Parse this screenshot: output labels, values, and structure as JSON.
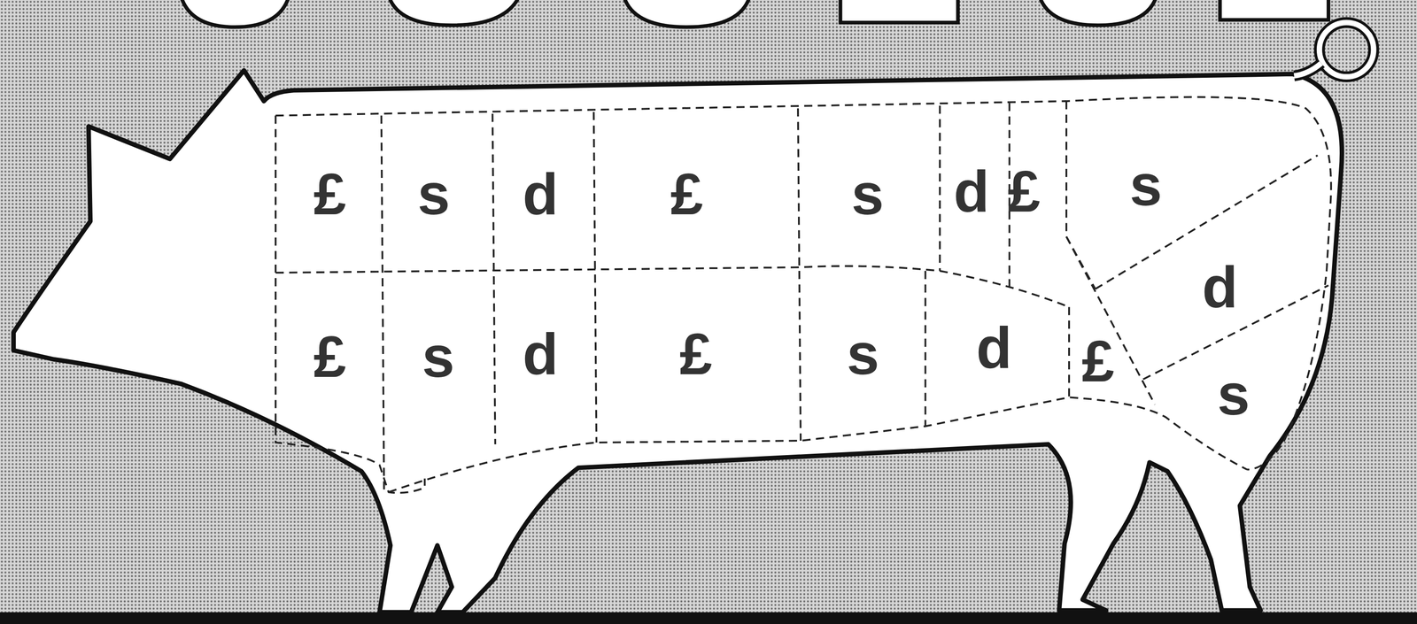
{
  "diagram": {
    "nodes": [
      {
        "text": [
          "£"
        ]
      },
      {
        "text": [
          "s"
        ]
      },
      {
        "text": [
          "d"
        ]
      },
      {
        "text": [
          "£"
        ]
      },
      {
        "text": [
          "s"
        ]
      },
      {
        "text": [
          "d"
        ]
      },
      {
        "text": [
          "£"
        ]
      },
      {
        "text": [
          "s"
        ]
      },
      {
        "text": [
          "£"
        ]
      },
      {
        "text": [
          "s"
        ]
      },
      {
        "text": [
          "d"
        ]
      },
      {
        "text": [
          "£"
        ]
      },
      {
        "text": [
          "s"
        ]
      },
      {
        "text": [
          "d"
        ]
      },
      {
        "text": [
          "£"
        ]
      },
      {
        "text": [
          "d"
        ]
      },
      {
        "text": [
          "s"
        ]
      }
    ]
  }
}
